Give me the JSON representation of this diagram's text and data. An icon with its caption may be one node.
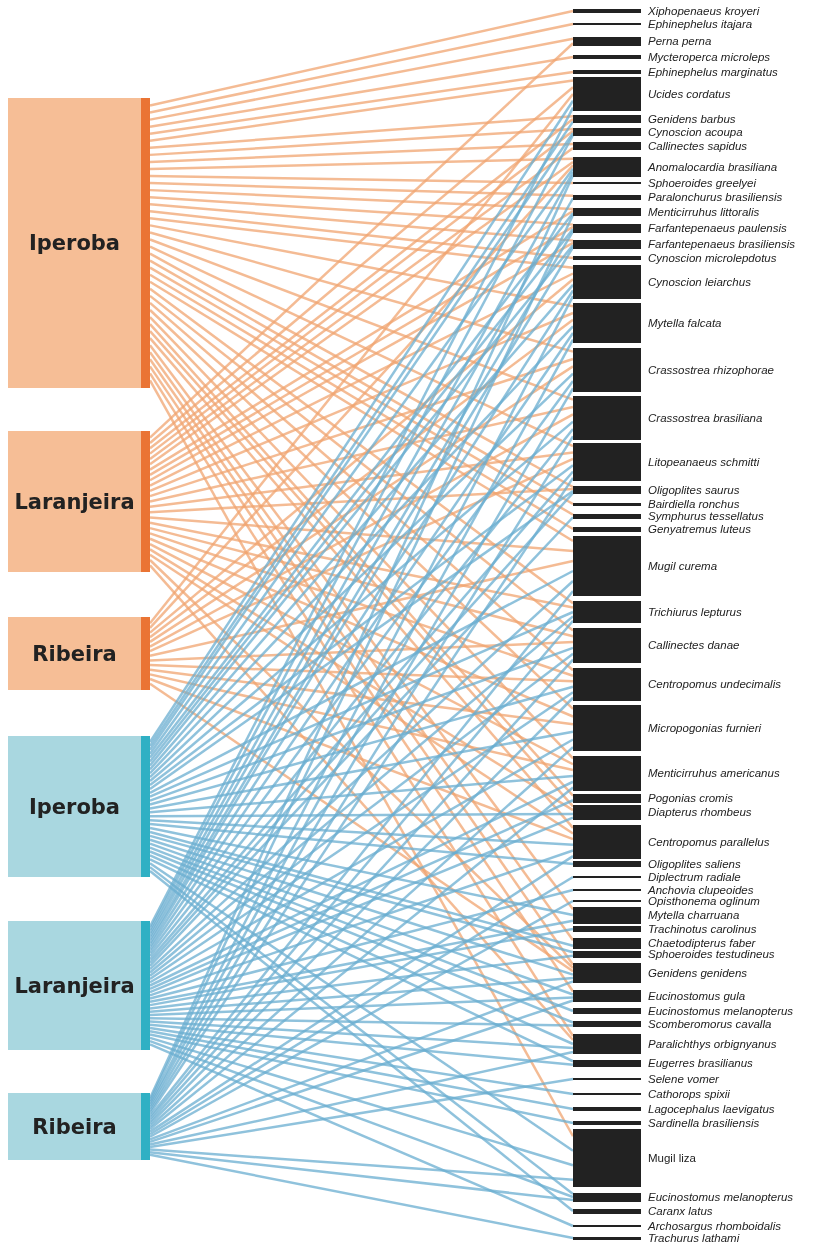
{
  "diagram": {
    "nodes": [
      {
        "text": [
          "Iperoba"
        ]
      },
      {
        "text": [
          "Laranjeira"
        ]
      },
      {
        "text": [
          "Ribeira"
        ]
      },
      {
        "text": [
          "Iperoba"
        ]
      },
      {
        "text": [
          "Laranjeira"
        ]
      },
      {
        "text": [
          "Ribeira"
        ]
      },
      {
        "text": [
          "Xiphopenaeus kroyeri"
        ]
      },
      {
        "text": [
          "Ephinephelus itajara"
        ]
      },
      {
        "text": [
          "Perna perna"
        ]
      },
      {
        "text": [
          "Mycteroperca microleps"
        ]
      },
      {
        "text": [
          "Ephinephelus marginatus"
        ]
      },
      {
        "text": [
          "Ucides cordatus"
        ]
      },
      {
        "text": [
          "Genidens barbus"
        ]
      },
      {
        "text": [
          "Cynoscion acoupa"
        ]
      },
      {
        "text": [
          "Callinectes sapidus"
        ]
      },
      {
        "text": [
          "Anomalocardia brasiliana"
        ]
      },
      {
        "text": [
          "Sphoeroides greelyei"
        ]
      },
      {
        "text": [
          "Paralonchurus brasiliensis"
        ]
      },
      {
        "text": [
          "Menticirruhus littoralis"
        ]
      },
      {
        "text": [
          "Farfantepenaeus paulensis"
        ]
      },
      {
        "text": [
          "Farfantepenaeus brasiliensis"
        ]
      },
      {
        "text": [
          "Cynoscion microlepdotus"
        ]
      },
      {
        "text": [
          "Cynoscion leiarchus"
        ]
      },
      {
        "text": [
          "Mytella falcata"
        ]
      },
      {
        "text": [
          "Crassostrea rhizophorae"
        ]
      },
      {
        "text": [
          "Crassostrea brasiliana"
        ]
      },
      {
        "text": [
          "Litopeanaeus schmitti"
        ]
      },
      {
        "text": [
          "Oligoplites saurus"
        ]
      },
      {
        "text": [
          "Bairdiella ronchus"
        ]
      },
      {
        "text": [
          "Symphurus tessellatus"
        ]
      },
      {
        "text": [
          "Genyatremus luteus"
        ]
      },
      {
        "text": [
          "Mugil curema"
        ]
      },
      {
        "text": [
          "Trichiurus lepturus"
        ]
      },
      {
        "text": [
          "Callinectes danae"
        ]
      },
      {
        "text": [
          "Centropomus undecimalis"
        ]
      },
      {
        "text": [
          "Micropogonias furnieri"
        ]
      },
      {
        "text": [
          "Menticirruhus americanus"
        ]
      },
      {
        "text": [
          "Pogonias cromis"
        ]
      },
      {
        "text": [
          "Diapterus rhombeus"
        ]
      },
      {
        "text": [
          "Centropomus parallelus"
        ]
      },
      {
        "text": [
          "Oligoplites saliens"
        ]
      },
      {
        "text": [
          "Diplectrum radiale"
        ]
      },
      {
        "text": [
          "Anchovia clupeoides"
        ]
      },
      {
        "text": [
          "Opisthonema oglinum"
        ]
      },
      {
        "text": [
          "Mytella charruana"
        ]
      },
      {
        "text": [
          "Trachinotus carolinus"
        ]
      },
      {
        "text": [
          "Chaetodipterus faber"
        ]
      },
      {
        "text": [
          "Sphoeroides testudineus"
        ]
      },
      {
        "text": [
          "Genidens genidens"
        ]
      },
      {
        "text": [
          "Eucinostomus gula"
        ]
      },
      {
        "text": [
          "Eucinostomus melanopterus"
        ]
      },
      {
        "text": [
          "Scomberomorus cavalla"
        ]
      },
      {
        "text": [
          "Paralichthys orbignyanus"
        ]
      },
      {
        "text": [
          "Eugerres brasilianus"
        ]
      },
      {
        "text": [
          "Selene vomer"
        ]
      },
      {
        "text": [
          "Cathorops spixii"
        ]
      },
      {
        "text": [
          "Lagocephalus laevigatus"
        ]
      },
      {
        "text": [
          "Sardinella brasiliensis"
        ]
      },
      {
        "text": [
          "Mugil liza"
        ]
      },
      {
        "text": [
          "Eucinostomus melanopterus"
        ]
      },
      {
        "text": [
          "Caranx latus"
        ]
      },
      {
        "text": [
          "Archosargus rhomboidalis"
        ]
      },
      {
        "text": [
          "Trachurus lathami"
        ]
      }
    ],
    "edges": [
      {
        "from": 0,
        "to": 6,
        "arrow": "none",
        "color": "#f0a470"
      },
      {
        "from": 0,
        "to": 7,
        "arrow": "none",
        "color": "#f0a470"
      },
      {
        "from": 0,
        "to": 8,
        "arrow": "none",
        "color": "#f0a470"
      },
      {
        "from": 0,
        "to": 9,
        "arrow": "none",
        "color": "#f0a470"
      },
      {
        "from": 0,
        "to": 10,
        "arrow": "none",
        "color": "#f0a470"
      },
      {
        "from": 0,
        "to": 11,
        "arrow": "none",
        "color": "#f0a470"
      },
      {
        "from": 0,
        "to": 12,
        "arrow": "none",
        "color": "#f0a470"
      },
      {
        "from": 0,
        "to": 13,
        "arrow": "none",
        "color": "#f0a470"
      },
      {
        "from": 0,
        "to": 14,
        "arrow": "none",
        "color": "#f0a470"
      },
      {
        "from": 0,
        "to": 15,
        "arrow": "none",
        "color": "#f0a470"
      },
      {
        "from": 0,
        "to": 16,
        "arrow": "none",
        "color": "#f0a470"
      },
      {
        "from": 0,
        "to": 17,
        "arrow": "none",
        "color": "#f0a470"
      },
      {
        "from": 0,
        "to": 18,
        "arrow": "none",
        "color": "#f0a470"
      },
      {
        "from": 0,
        "to": 19,
        "arrow": "none",
        "color": "#f0a470"
      },
      {
        "from": 0,
        "to": 20,
        "arrow": "none",
        "color": "#f0a470"
      },
      {
        "from": 0,
        "to": 21,
        "arrow": "none",
        "color": "#f0a470"
      },
      {
        "from": 0,
        "to": 22,
        "arrow": "none",
        "color": "#f0a470"
      },
      {
        "from": 0,
        "to": 23,
        "arrow": "none",
        "color": "#f0a470"
      },
      {
        "from": 0,
        "to": 24,
        "arrow": "none",
        "color": "#f0a470"
      },
      {
        "from": 0,
        "to": 25,
        "arrow": "none",
        "color": "#f0a470"
      },
      {
        "from": 0,
        "to": 26,
        "arrow": "none",
        "color": "#f0a470"
      },
      {
        "from": 0,
        "to": 27,
        "arrow": "none",
        "color": "#f0a470"
      },
      {
        "from": 0,
        "to": 28,
        "arrow": "none",
        "color": "#f0a470"
      },
      {
        "from": 0,
        "to": 29,
        "arrow": "none",
        "color": "#f0a470"
      },
      {
        "from": 0,
        "to": 30,
        "arrow": "none",
        "color": "#f0a470"
      },
      {
        "from": 0,
        "to": 31,
        "arrow": "none",
        "color": "#f0a470"
      },
      {
        "from": 0,
        "to": 32,
        "arrow": "none",
        "color": "#f0a470"
      },
      {
        "from": 0,
        "to": 33,
        "arrow": "none",
        "color": "#f0a470"
      },
      {
        "from": 0,
        "to": 34,
        "arrow": "none",
        "color": "#f0a470"
      },
      {
        "from": 0,
        "to": 35,
        "arrow": "none",
        "color": "#f0a470"
      },
      {
        "from": 0,
        "to": 36,
        "arrow": "none",
        "color": "#f0a470"
      },
      {
        "from": 0,
        "to": 37,
        "arrow": "none",
        "color": "#f0a470"
      },
      {
        "from": 0,
        "to": 38,
        "arrow": "none",
        "color": "#f0a470"
      },
      {
        "from": 0,
        "to": 39,
        "arrow": "none",
        "color": "#f0a470"
      },
      {
        "from": 0,
        "to": 44,
        "arrow": "none",
        "color": "#f0a470"
      },
      {
        "from": 0,
        "to": 46,
        "arrow": "none",
        "color": "#f0a470"
      },
      {
        "from": 0,
        "to": 48,
        "arrow": "none",
        "color": "#f0a470"
      },
      {
        "from": 0,
        "to": 49,
        "arrow": "none",
        "color": "#f0a470"
      },
      {
        "from": 0,
        "to": 52,
        "arrow": "none",
        "color": "#f0a470"
      },
      {
        "from": 0,
        "to": 58,
        "arrow": "none",
        "color": "#f0a470"
      },
      {
        "from": 1,
        "to": 8,
        "arrow": "none",
        "color": "#f0a470"
      },
      {
        "from": 1,
        "to": 11,
        "arrow": "none",
        "color": "#f0a470"
      },
      {
        "from": 1,
        "to": 12,
        "arrow": "none",
        "color": "#f0a470"
      },
      {
        "from": 1,
        "to": 13,
        "arrow": "none",
        "color": "#f0a470"
      },
      {
        "from": 1,
        "to": 14,
        "arrow": "none",
        "color": "#f0a470"
      },
      {
        "from": 1,
        "to": 15,
        "arrow": "none",
        "color": "#f0a470"
      },
      {
        "from": 1,
        "to": 18,
        "arrow": "none",
        "color": "#f0a470"
      },
      {
        "from": 1,
        "to": 19,
        "arrow": "none",
        "color": "#f0a470"
      },
      {
        "from": 1,
        "to": 20,
        "arrow": "none",
        "color": "#f0a470"
      },
      {
        "from": 1,
        "to": 22,
        "arrow": "none",
        "color": "#f0a470"
      },
      {
        "from": 1,
        "to": 23,
        "arrow": "none",
        "color": "#f0a470"
      },
      {
        "from": 1,
        "to": 24,
        "arrow": "none",
        "color": "#f0a470"
      },
      {
        "from": 1,
        "to": 25,
        "arrow": "none",
        "color": "#f0a470"
      },
      {
        "from": 1,
        "to": 26,
        "arrow": "none",
        "color": "#f0a470"
      },
      {
        "from": 1,
        "to": 27,
        "arrow": "none",
        "color": "#f0a470"
      },
      {
        "from": 1,
        "to": 31,
        "arrow": "none",
        "color": "#f0a470"
      },
      {
        "from": 1,
        "to": 32,
        "arrow": "none",
        "color": "#f0a470"
      },
      {
        "from": 1,
        "to": 33,
        "arrow": "none",
        "color": "#f0a470"
      },
      {
        "from": 1,
        "to": 34,
        "arrow": "none",
        "color": "#f0a470"
      },
      {
        "from": 1,
        "to": 35,
        "arrow": "none",
        "color": "#f0a470"
      },
      {
        "from": 1,
        "to": 36,
        "arrow": "none",
        "color": "#f0a470"
      },
      {
        "from": 1,
        "to": 38,
        "arrow": "none",
        "color": "#f0a470"
      },
      {
        "from": 1,
        "to": 39,
        "arrow": "none",
        "color": "#f0a470"
      },
      {
        "from": 1,
        "to": 48,
        "arrow": "none",
        "color": "#f0a470"
      },
      {
        "from": 1,
        "to": 52,
        "arrow": "none",
        "color": "#f0a470"
      },
      {
        "from": 2,
        "to": 11,
        "arrow": "none",
        "color": "#f0a470"
      },
      {
        "from": 2,
        "to": 15,
        "arrow": "none",
        "color": "#f0a470"
      },
      {
        "from": 2,
        "to": 22,
        "arrow": "none",
        "color": "#f0a470"
      },
      {
        "from": 2,
        "to": 23,
        "arrow": "none",
        "color": "#f0a470"
      },
      {
        "from": 2,
        "to": 24,
        "arrow": "none",
        "color": "#f0a470"
      },
      {
        "from": 2,
        "to": 25,
        "arrow": "none",
        "color": "#f0a470"
      },
      {
        "from": 2,
        "to": 26,
        "arrow": "none",
        "color": "#f0a470"
      },
      {
        "from": 2,
        "to": 31,
        "arrow": "none",
        "color": "#f0a470"
      },
      {
        "from": 2,
        "to": 33,
        "arrow": "none",
        "color": "#f0a470"
      },
      {
        "from": 2,
        "to": 34,
        "arrow": "none",
        "color": "#f0a470"
      },
      {
        "from": 2,
        "to": 35,
        "arrow": "none",
        "color": "#f0a470"
      },
      {
        "from": 2,
        "to": 36,
        "arrow": "none",
        "color": "#f0a470"
      },
      {
        "from": 2,
        "to": 39,
        "arrow": "none",
        "color": "#f0a470"
      },
      {
        "from": 2,
        "to": 48,
        "arrow": "none",
        "color": "#f0a470"
      },
      {
        "from": 3,
        "to": 11,
        "arrow": "none"
      },
      {
        "from": 3,
        "to": 12,
        "arrow": "none"
      },
      {
        "from": 3,
        "to": 13,
        "arrow": "none"
      },
      {
        "from": 3,
        "to": 15,
        "arrow": "none"
      },
      {
        "from": 3,
        "to": 18,
        "arrow": "none"
      },
      {
        "from": 3,
        "to": 19,
        "arrow": "none"
      },
      {
        "from": 3,
        "to": 20,
        "arrow": "none"
      },
      {
        "from": 3,
        "to": 22,
        "arrow": "none"
      },
      {
        "from": 3,
        "to": 23,
        "arrow": "none"
      },
      {
        "from": 3,
        "to": 24,
        "arrow": "none"
      },
      {
        "from": 3,
        "to": 25,
        "arrow": "none"
      },
      {
        "from": 3,
        "to": 26,
        "arrow": "none"
      },
      {
        "from": 3,
        "to": 27,
        "arrow": "none"
      },
      {
        "from": 3,
        "to": 31,
        "arrow": "none"
      },
      {
        "from": 3,
        "to": 32,
        "arrow": "none"
      },
      {
        "from": 3,
        "to": 33,
        "arrow": "none"
      },
      {
        "from": 3,
        "to": 34,
        "arrow": "none"
      },
      {
        "from": 3,
        "to": 35,
        "arrow": "none"
      },
      {
        "from": 3,
        "to": 36,
        "arrow": "none"
      },
      {
        "from": 3,
        "to": 38,
        "arrow": "none"
      },
      {
        "from": 3,
        "to": 39,
        "arrow": "none"
      },
      {
        "from": 3,
        "to": 40,
        "arrow": "none"
      },
      {
        "from": 3,
        "to": 44,
        "arrow": "none"
      },
      {
        "from": 3,
        "to": 46,
        "arrow": "none"
      },
      {
        "from": 3,
        "to": 47,
        "arrow": "none"
      },
      {
        "from": 3,
        "to": 48,
        "arrow": "none"
      },
      {
        "from": 3,
        "to": 49,
        "arrow": "none"
      },
      {
        "from": 3,
        "to": 50,
        "arrow": "none"
      },
      {
        "from": 3,
        "to": 51,
        "arrow": "none"
      },
      {
        "from": 3,
        "to": 52,
        "arrow": "none"
      },
      {
        "from": 3,
        "to": 53,
        "arrow": "none"
      },
      {
        "from": 3,
        "to": 58,
        "arrow": "none"
      },
      {
        "from": 3,
        "to": 59,
        "arrow": "none"
      },
      {
        "from": 3,
        "to": 60,
        "arrow": "none"
      },
      {
        "from": 4,
        "to": 11,
        "arrow": "none"
      },
      {
        "from": 4,
        "to": 13,
        "arrow": "none"
      },
      {
        "from": 4,
        "to": 15,
        "arrow": "none"
      },
      {
        "from": 4,
        "to": 17,
        "arrow": "none"
      },
      {
        "from": 4,
        "to": 19,
        "arrow": "none"
      },
      {
        "from": 4,
        "to": 20,
        "arrow": "none"
      },
      {
        "from": 4,
        "to": 22,
        "arrow": "none"
      },
      {
        "from": 4,
        "to": 23,
        "arrow": "none"
      },
      {
        "from": 4,
        "to": 24,
        "arrow": "none"
      },
      {
        "from": 4,
        "to": 25,
        "arrow": "none"
      },
      {
        "from": 4,
        "to": 26,
        "arrow": "none"
      },
      {
        "from": 4,
        "to": 27,
        "arrow": "none"
      },
      {
        "from": 4,
        "to": 29,
        "arrow": "none"
      },
      {
        "from": 4,
        "to": 31,
        "arrow": "none"
      },
      {
        "from": 4,
        "to": 32,
        "arrow": "none"
      },
      {
        "from": 4,
        "to": 33,
        "arrow": "none"
      },
      {
        "from": 4,
        "to": 34,
        "arrow": "none"
      },
      {
        "from": 4,
        "to": 35,
        "arrow": "none"
      },
      {
        "from": 4,
        "to": 36,
        "arrow": "none"
      },
      {
        "from": 4,
        "to": 37,
        "arrow": "none"
      },
      {
        "from": 4,
        "to": 38,
        "arrow": "none"
      },
      {
        "from": 4,
        "to": 39,
        "arrow": "none"
      },
      {
        "from": 4,
        "to": 42,
        "arrow": "none"
      },
      {
        "from": 4,
        "to": 44,
        "arrow": "none"
      },
      {
        "from": 4,
        "to": 45,
        "arrow": "none"
      },
      {
        "from": 4,
        "to": 47,
        "arrow": "none"
      },
      {
        "from": 4,
        "to": 48,
        "arrow": "none"
      },
      {
        "from": 4,
        "to": 49,
        "arrow": "none"
      },
      {
        "from": 4,
        "to": 51,
        "arrow": "none"
      },
      {
        "from": 4,
        "to": 52,
        "arrow": "none"
      },
      {
        "from": 4,
        "to": 53,
        "arrow": "none"
      },
      {
        "from": 4,
        "to": 55,
        "arrow": "none"
      },
      {
        "from": 4,
        "to": 56,
        "arrow": "none"
      },
      {
        "from": 4,
        "to": 57,
        "arrow": "none"
      },
      {
        "from": 4,
        "to": 58,
        "arrow": "none"
      },
      {
        "from": 4,
        "to": 59,
        "arrow": "none"
      },
      {
        "from": 4,
        "to": 61,
        "arrow": "none"
      },
      {
        "from": 5,
        "to": 15,
        "arrow": "none"
      },
      {
        "from": 5,
        "to": 18,
        "arrow": "none"
      },
      {
        "from": 5,
        "to": 22,
        "arrow": "none"
      },
      {
        "from": 5,
        "to": 23,
        "arrow": "none"
      },
      {
        "from": 5,
        "to": 24,
        "arrow": "none"
      },
      {
        "from": 5,
        "to": 25,
        "arrow": "none"
      },
      {
        "from": 5,
        "to": 26,
        "arrow": "none"
      },
      {
        "from": 5,
        "to": 31,
        "arrow": "none"
      },
      {
        "from": 5,
        "to": 32,
        "arrow": "none"
      },
      {
        "from": 5,
        "to": 33,
        "arrow": "none"
      },
      {
        "from": 5,
        "to": 34,
        "arrow": "none"
      },
      {
        "from": 5,
        "to": 35,
        "arrow": "none"
      },
      {
        "from": 5,
        "to": 36,
        "arrow": "none"
      },
      {
        "from": 5,
        "to": 39,
        "arrow": "none"
      },
      {
        "from": 5,
        "to": 41,
        "arrow": "none"
      },
      {
        "from": 5,
        "to": 43,
        "arrow": "none"
      },
      {
        "from": 5,
        "to": 48,
        "arrow": "none"
      },
      {
        "from": 5,
        "to": 49,
        "arrow": "none"
      },
      {
        "from": 5,
        "to": 52,
        "arrow": "none"
      },
      {
        "from": 5,
        "to": 54,
        "arrow": "none"
      },
      {
        "from": 5,
        "to": 58,
        "arrow": "none"
      },
      {
        "from": 5,
        "to": 59,
        "arrow": "none"
      },
      {
        "from": 5,
        "to": 62,
        "arrow": "none"
      }
    ]
  }
}
